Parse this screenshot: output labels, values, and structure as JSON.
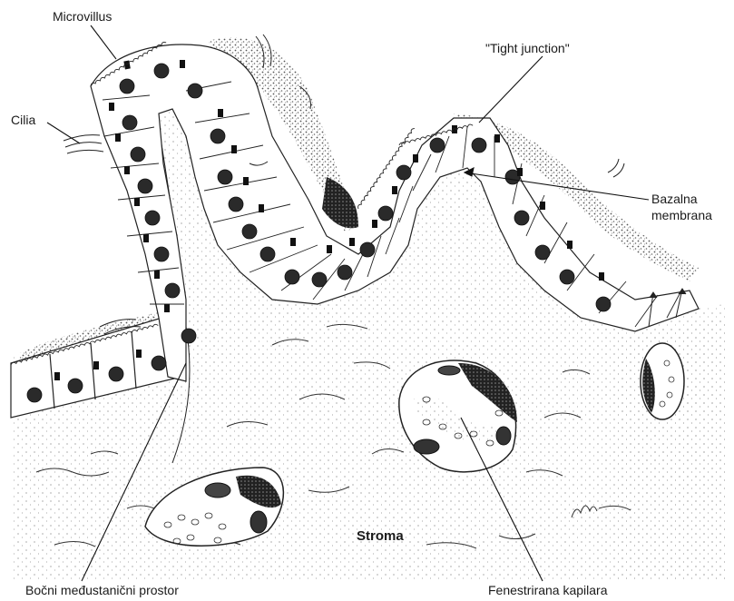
{
  "labels": {
    "microvillus": "Microvillus",
    "cilia": "Cilia",
    "tight_junction": "\"Tight junction\"",
    "bazalna_line1": "Bazalna",
    "bazalna_line2": "membrana",
    "stroma": "Stroma",
    "bocni": "Bočni međustanični prostor",
    "fenestrirana": "Fenestrirana kapilara"
  },
  "colors": {
    "ink": "#1a1a1a",
    "paper": "#ffffff",
    "stipple": "#6b6b6b"
  }
}
